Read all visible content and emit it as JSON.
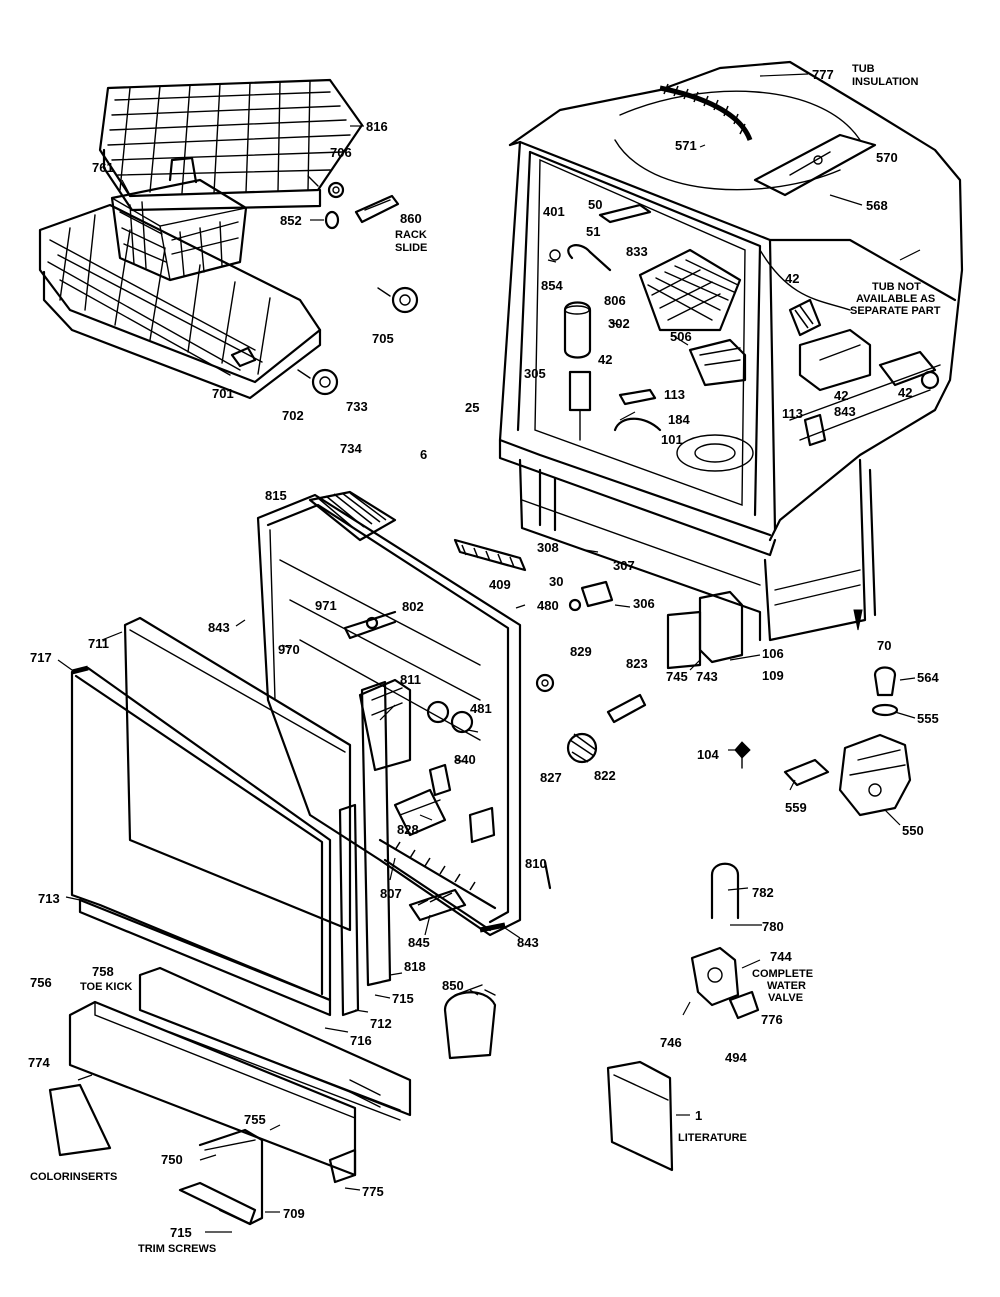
{
  "diagram": {
    "type": "exploded-parts-view",
    "callouts": [
      {
        "id": "777",
        "label": "777"
      },
      {
        "id": "571",
        "label": "571"
      },
      {
        "id": "570",
        "label": "570"
      },
      {
        "id": "568",
        "label": "568"
      },
      {
        "id": "816",
        "label": "816"
      },
      {
        "id": "706",
        "label": "706"
      },
      {
        "id": "761",
        "label": "761"
      },
      {
        "id": "852",
        "label": "852"
      },
      {
        "id": "860",
        "label": "860"
      },
      {
        "id": "705",
        "label": "705"
      },
      {
        "id": "701",
        "label": "701"
      },
      {
        "id": "702",
        "label": "702"
      },
      {
        "id": "733",
        "label": "733"
      },
      {
        "id": "734",
        "label": "734"
      },
      {
        "id": "6",
        "label": "6"
      },
      {
        "id": "25",
        "label": "25"
      },
      {
        "id": "401",
        "label": "401"
      },
      {
        "id": "50",
        "label": "50"
      },
      {
        "id": "51",
        "label": "51"
      },
      {
        "id": "833",
        "label": "833"
      },
      {
        "id": "854",
        "label": "854"
      },
      {
        "id": "806",
        "label": "806"
      },
      {
        "id": "302",
        "label": "302"
      },
      {
        "id": "42a",
        "label": "42"
      },
      {
        "id": "506",
        "label": "506"
      },
      {
        "id": "305",
        "label": "305"
      },
      {
        "id": "113a",
        "label": "113"
      },
      {
        "id": "184",
        "label": "184"
      },
      {
        "id": "101",
        "label": "101"
      },
      {
        "id": "42b",
        "label": "42"
      },
      {
        "id": "42c",
        "label": "42"
      },
      {
        "id": "42d",
        "label": "42"
      },
      {
        "id": "843a",
        "label": "843"
      },
      {
        "id": "113b",
        "label": "113"
      },
      {
        "id": "815",
        "label": "815"
      },
      {
        "id": "308",
        "label": "308"
      },
      {
        "id": "30",
        "label": "30"
      },
      {
        "id": "307",
        "label": "307"
      },
      {
        "id": "409",
        "label": "409"
      },
      {
        "id": "480",
        "label": "480"
      },
      {
        "id": "306",
        "label": "306"
      },
      {
        "id": "70",
        "label": "70"
      },
      {
        "id": "843b",
        "label": "843"
      },
      {
        "id": "971",
        "label": "971"
      },
      {
        "id": "802",
        "label": "802"
      },
      {
        "id": "970",
        "label": "970"
      },
      {
        "id": "717",
        "label": "717"
      },
      {
        "id": "711",
        "label": "711"
      },
      {
        "id": "829",
        "label": "829"
      },
      {
        "id": "823",
        "label": "823"
      },
      {
        "id": "745",
        "label": "745"
      },
      {
        "id": "743",
        "label": "743"
      },
      {
        "id": "106",
        "label": "106"
      },
      {
        "id": "109",
        "label": "109"
      },
      {
        "id": "564",
        "label": "564"
      },
      {
        "id": "555",
        "label": "555"
      },
      {
        "id": "811",
        "label": "811"
      },
      {
        "id": "481",
        "label": "481"
      },
      {
        "id": "827",
        "label": "827"
      },
      {
        "id": "822",
        "label": "822"
      },
      {
        "id": "104",
        "label": "104"
      },
      {
        "id": "840",
        "label": "840"
      },
      {
        "id": "559",
        "label": "559"
      },
      {
        "id": "550",
        "label": "550"
      },
      {
        "id": "828",
        "label": "828"
      },
      {
        "id": "810",
        "label": "810"
      },
      {
        "id": "713",
        "label": "713"
      },
      {
        "id": "807",
        "label": "807"
      },
      {
        "id": "845",
        "label": "845"
      },
      {
        "id": "843c",
        "label": "843"
      },
      {
        "id": "782",
        "label": "782"
      },
      {
        "id": "780",
        "label": "780"
      },
      {
        "id": "744",
        "label": "744"
      },
      {
        "id": "758",
        "label": "758"
      },
      {
        "id": "756",
        "label": "756"
      },
      {
        "id": "818",
        "label": "818"
      },
      {
        "id": "850",
        "label": "850"
      },
      {
        "id": "715a",
        "label": "715"
      },
      {
        "id": "712",
        "label": "712"
      },
      {
        "id": "716",
        "label": "716"
      },
      {
        "id": "776",
        "label": "776"
      },
      {
        "id": "746",
        "label": "746"
      },
      {
        "id": "494",
        "label": "494"
      },
      {
        "id": "774",
        "label": "774"
      },
      {
        "id": "755",
        "label": "755"
      },
      {
        "id": "1",
        "label": "1"
      },
      {
        "id": "750",
        "label": "750"
      },
      {
        "id": "775",
        "label": "775"
      },
      {
        "id": "709",
        "label": "709"
      },
      {
        "id": "715b",
        "label": "715"
      }
    ],
    "captions": {
      "tub_insulation": [
        "TUB",
        "INSULATION"
      ],
      "rack_slide": [
        "RACK",
        "SLIDE"
      ],
      "tub_not_available": [
        "TUB NOT",
        "AVAILABLE AS",
        "SEPARATE PART"
      ],
      "toe_kick": "TOE KICK",
      "water_valve": [
        "COMPLETE",
        "WATER",
        "VALVE"
      ],
      "literature": "LITERATURE",
      "color_inserts": "COLORINSERTS",
      "trim_screws": "TRIM SCREWS"
    }
  }
}
